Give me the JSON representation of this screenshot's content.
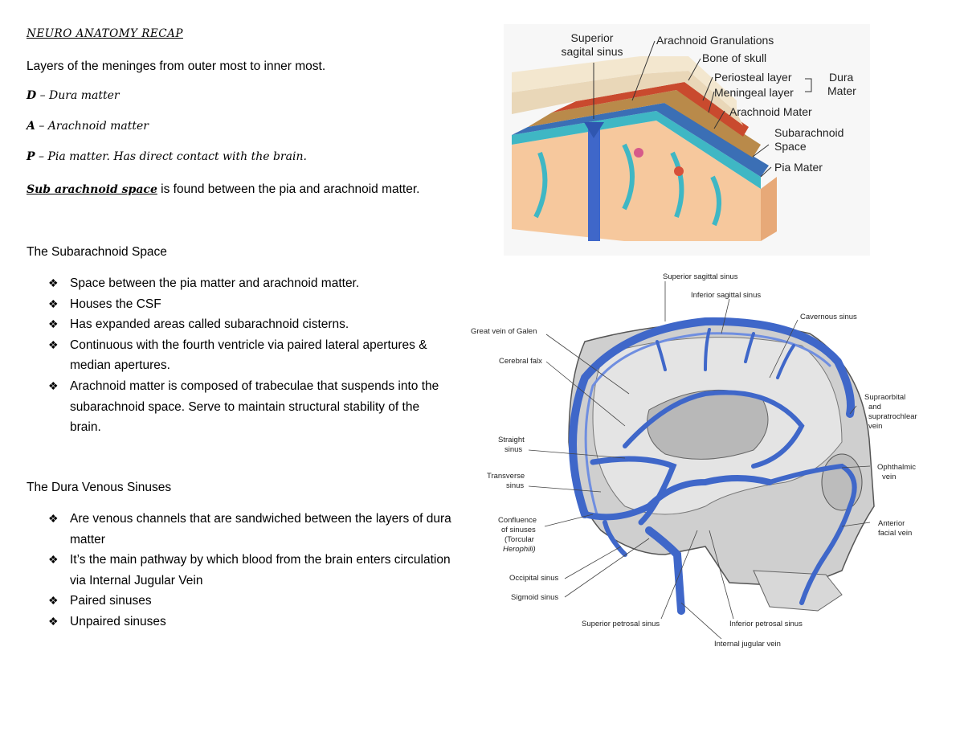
{
  "title": "NEURO ANATOMY RECAP",
  "intro": "Layers of the meninges from outer most to inner most.",
  "layers": [
    {
      "letter": "D",
      "text": " – Dura matter"
    },
    {
      "letter": "A",
      "text": " – Arachnoid matter"
    },
    {
      "letter": "P",
      "text": " – Pia matter. Has direct contact with the brain."
    }
  ],
  "subarachnoid_note": {
    "term": "Sub arachnoid space",
    "rest": " is found between the pia and arachnoid matter."
  },
  "section1": {
    "heading": "The Subarachnoid Space",
    "bullets": [
      "Space between the pia matter and arachnoid matter.",
      "Houses the CSF",
      "Has expanded areas called subarachnoid cisterns.",
      "Continuous with the fourth ventricle via paired lateral apertures & median apertures.",
      "Arachnoid matter is composed of trabeculae that suspends into the subarachnoid space. Serve to maintain structural stability of the brain."
    ]
  },
  "section2": {
    "heading": "The Dura Venous Sinuses",
    "bullets": [
      "Are venous channels that are sandwiched between the layers of dura matter",
      "It’s the main pathway by which blood from the brain enters circulation via Internal Jugular Vein",
      "Paired sinuses",
      "Unpaired sinuses"
    ]
  },
  "bullet_glyph": "❖",
  "figure1": {
    "labels": {
      "superior": "Superior",
      "sagital_sinus": "sagital sinus",
      "arachnoid_granulations": "Arachnoid Granulations",
      "bone_of_skull": "Bone of skull",
      "periosteal": "Periosteal layer",
      "meningeal": "Meningeal layer",
      "dura": "Dura",
      "mater": "Mater",
      "arachnoid_mater": "Arachnoid Mater",
      "subarachnoid": "Subarachnoid",
      "space": "Space",
      "pia_mater": "Pia Mater"
    },
    "colors": {
      "bone": "#e9d7b8",
      "dura_outer": "#c94a2e",
      "dura_inner": "#b98a4a",
      "arachnoid": "#3b6fb5",
      "subarachnoid": "#3fb7c4",
      "brain": "#f6c89d"
    }
  },
  "figure2": {
    "labels": {
      "superior_sagittal": "Superior sagittal sinus",
      "inferior_sagittal": "Inferior sagittal sinus",
      "cavernous": "Cavernous sinus",
      "great_vein": "Great vein of Galen",
      "cerebral_falx": "Cerebral falx",
      "supraorbital_1": "Supraorbital",
      "supraorbital_2": "and",
      "supraorbital_3": "supratrochlear",
      "supraorbital_4": "vein",
      "straight_1": "Straight",
      "straight_2": "sinus",
      "transverse_1": "Transverse",
      "transverse_2": "sinus",
      "ophthalmic_1": "Ophthalmic",
      "ophthalmic_2": "vein",
      "confluence_1": "Confluence",
      "confluence_2": "of sinuses",
      "confluence_3": "(Torcular",
      "confluence_4": "Herophili)",
      "anterior_facial_1": "Anterior",
      "anterior_facial_2": "facial vein",
      "occipital": "Occipital sinus",
      "sigmoid": "Sigmoid sinus",
      "superior_petrosal": "Superior petrosal sinus",
      "inferior_petrosal": "Inferior petrosal sinus",
      "internal_jugular": "Internal jugular vein"
    },
    "colors": {
      "vein": "#3f67c9",
      "skull": "#c9c9c9"
    }
  }
}
